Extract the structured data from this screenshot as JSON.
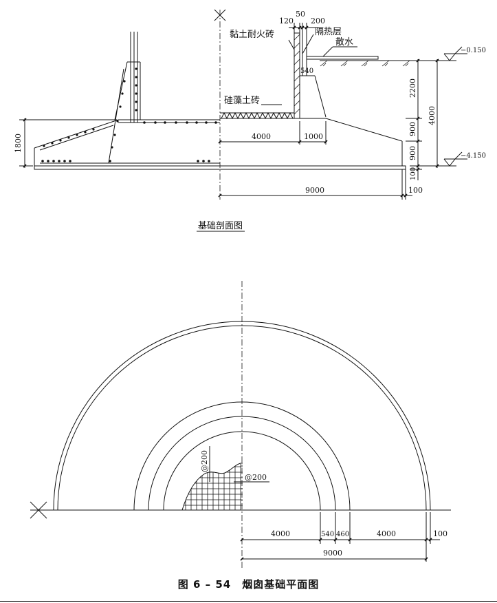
{
  "section": {
    "title": "基础剖面图",
    "labels": {
      "refractory_brick": "黏土耐火砖",
      "insulation": "隔热层",
      "apron": "散水",
      "diatomite_brick": "硅藻土砖"
    },
    "dims": {
      "d120": "120",
      "d50": "50",
      "d200": "200",
      "d540": "540",
      "d2200": "2200",
      "d4000v": "4000",
      "d900a": "900",
      "d900b": "900",
      "d1800": "1800",
      "d100v": "100",
      "d4000h": "4000",
      "d1000": "1000",
      "d9000": "9000",
      "d100h": "100"
    },
    "elevations": {
      "top": "−0.150",
      "bottom": "−4.150"
    }
  },
  "plan": {
    "spacing_v": "@200",
    "spacing_h": "@200",
    "dims": {
      "d4000a": "4000",
      "d540": "540",
      "d460": "460",
      "d4000b": "4000",
      "d100": "100",
      "d9000": "9000"
    }
  },
  "caption": "图 6 – 54　烟囱基础平面图"
}
